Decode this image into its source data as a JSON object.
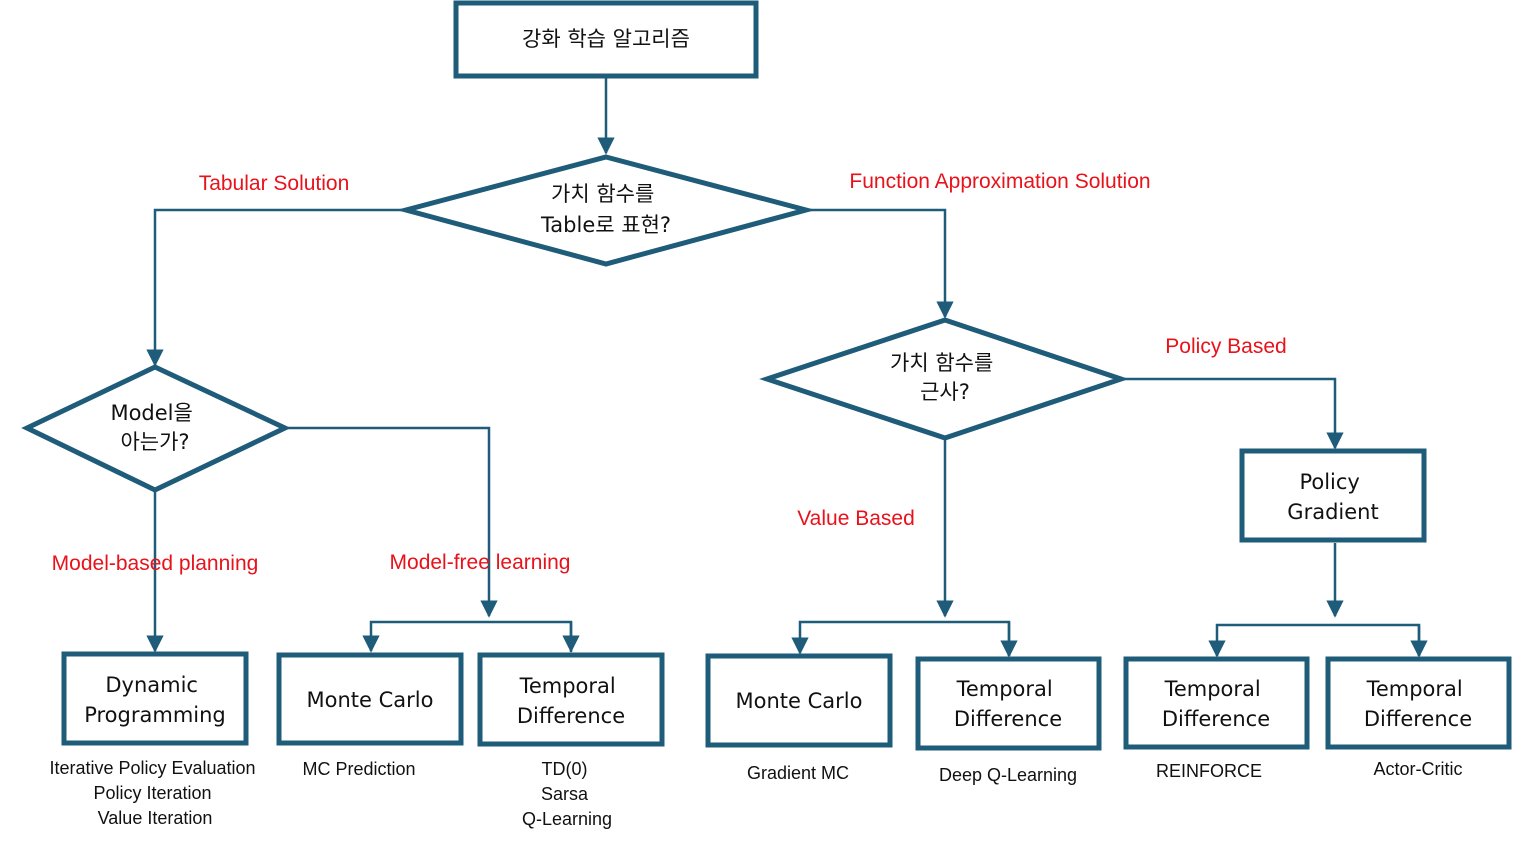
{
  "nodes": {
    "root": {
      "lines": [
        "강화 학습 알고리즘"
      ]
    },
    "table_question": {
      "lines": [
        "가치 함수를",
        "Table로 표현?"
      ]
    },
    "model_question": {
      "lines": [
        "Model을",
        "아는가?"
      ]
    },
    "approx_question": {
      "lines": [
        "가치 함수를",
        "근사?"
      ]
    },
    "policy_gradient": {
      "lines": [
        "Policy",
        "Gradient"
      ]
    },
    "dynamic_programming": {
      "lines": [
        "Dynamic",
        "Programming"
      ]
    },
    "monte_carlo_tabular": {
      "lines": [
        "Monte Carlo"
      ]
    },
    "td_tabular": {
      "lines": [
        "Temporal",
        "Difference"
      ]
    },
    "monte_carlo_value": {
      "lines": [
        "Monte Carlo"
      ]
    },
    "td_value": {
      "lines": [
        "Temporal",
        "Difference"
      ]
    },
    "td_policy_1": {
      "lines": [
        "Temporal",
        "Difference"
      ]
    },
    "td_policy_2": {
      "lines": [
        "Temporal",
        "Difference"
      ]
    }
  },
  "edge_labels": {
    "tabular": "Tabular Solution",
    "function_approx": "Function Approximation Solution",
    "policy_based": "Policy Based",
    "value_based": "Value Based",
    "model_based": "Model-based planning",
    "model_free": "Model-free learning"
  },
  "captions": {
    "dp": [
      "Iterative Policy Evaluation",
      "Policy Iteration",
      "Value Iteration"
    ],
    "mc_tabular": [
      "MC Prediction"
    ],
    "td_tabular": [
      "TD(0)",
      "Sarsa",
      "Q-Learning"
    ],
    "mc_value": [
      "Gradient MC"
    ],
    "td_value": [
      "Deep Q-Learning"
    ],
    "td_policy_1": [
      "REINFORCE"
    ],
    "td_policy_2": [
      "Actor-Critic"
    ]
  },
  "colors": {
    "stroke": "#1f5c7a",
    "label": "#e8121b",
    "text": "#111111"
  }
}
